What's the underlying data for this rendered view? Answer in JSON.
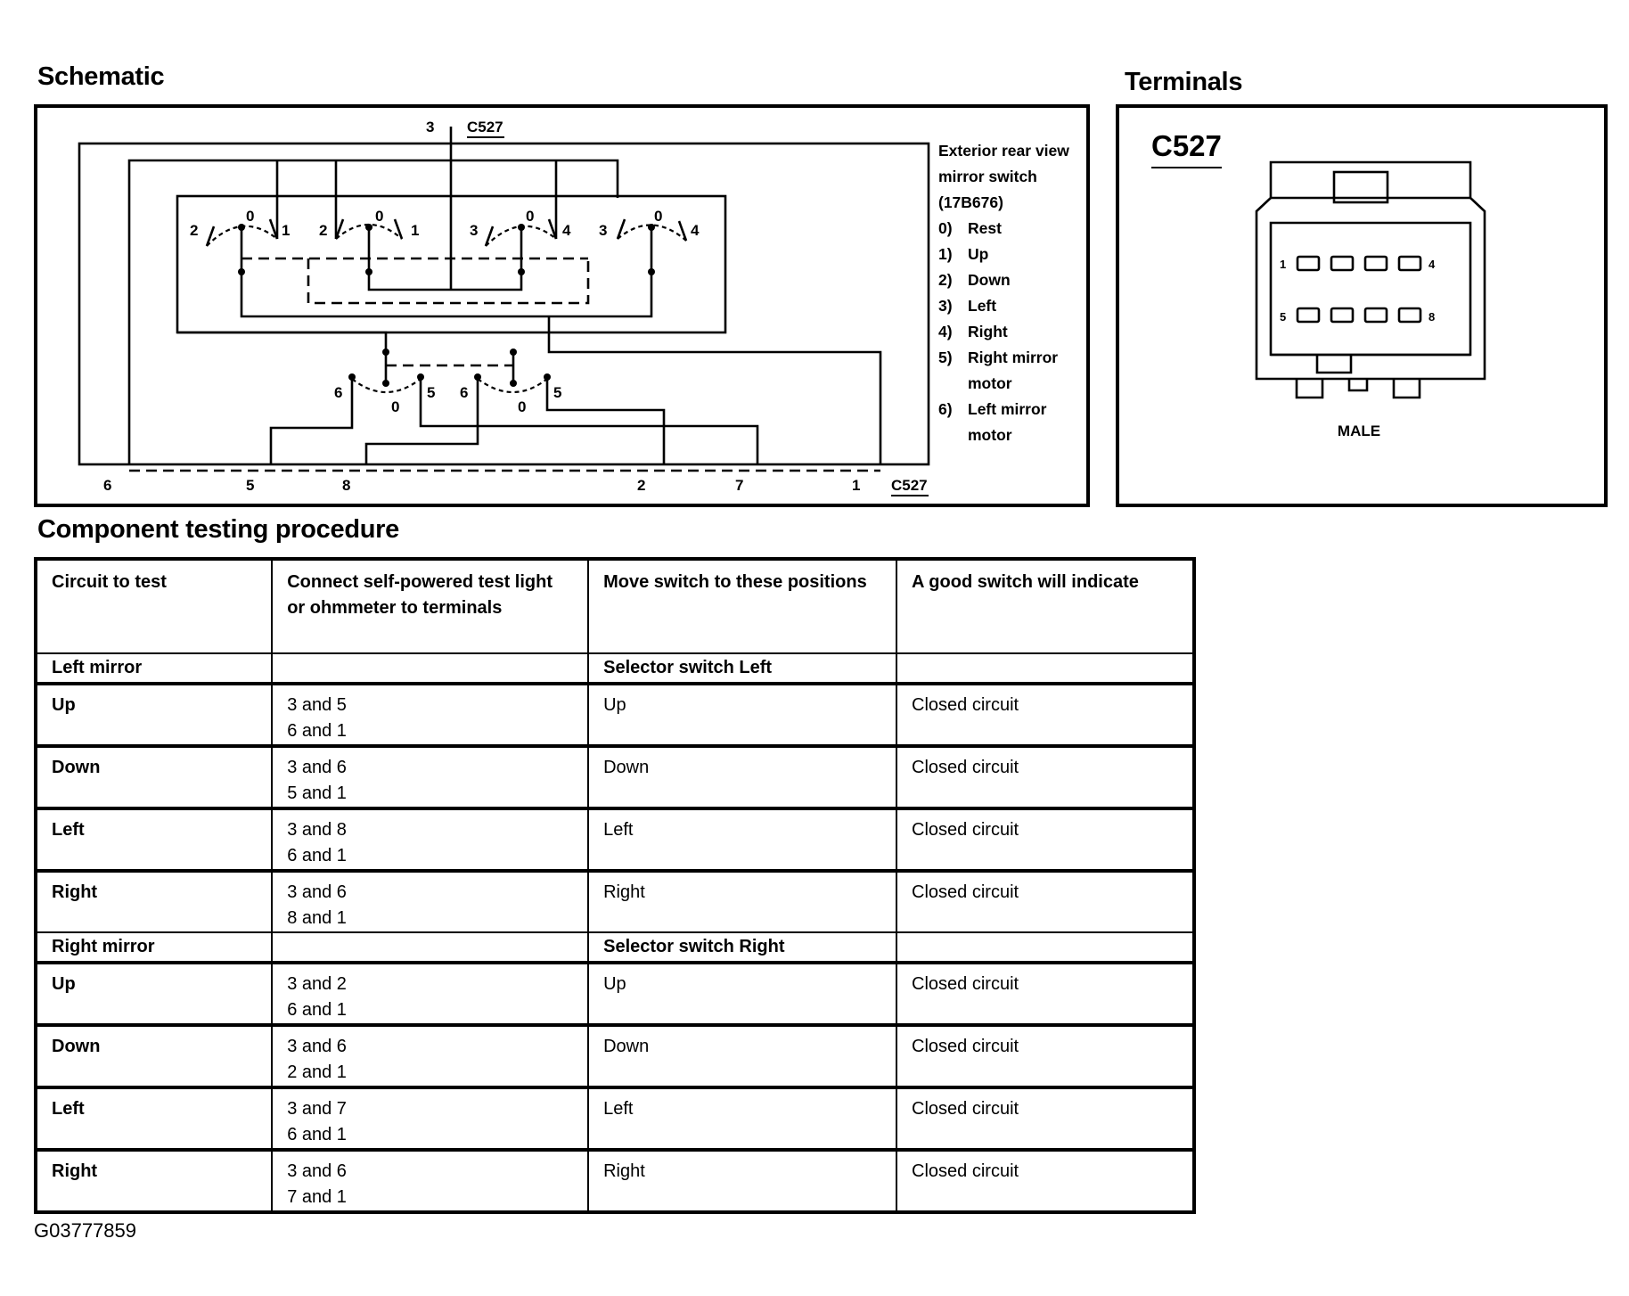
{
  "schematic": {
    "heading": "Schematic",
    "connector_label": "C527",
    "top_pin": "3",
    "bottom_pins": [
      "6",
      "5",
      "8",
      "2",
      "7",
      "1"
    ],
    "switch_positions": {
      "updown_a": [
        "2",
        "0",
        "1"
      ],
      "updown_b": [
        "2",
        "0",
        "1"
      ],
      "leftright_a": [
        "3",
        "0",
        "4"
      ],
      "leftright_b": [
        "3",
        "0",
        "4"
      ],
      "selector_a": [
        "6",
        "0",
        "5"
      ],
      "selector_b": [
        "6",
        "0",
        "5"
      ]
    },
    "legend": {
      "title": "Exterior rear view mirror switch (17B676)",
      "items": [
        {
          "key": "0)",
          "label": "Rest"
        },
        {
          "key": "1)",
          "label": "Up"
        },
        {
          "key": "2)",
          "label": "Down"
        },
        {
          "key": "3)",
          "label": "Left"
        },
        {
          "key": "4)",
          "label": "Right"
        },
        {
          "key": "5)",
          "label": "Right mirror motor"
        },
        {
          "key": "6)",
          "label": "Left mirror motor"
        }
      ]
    }
  },
  "terminals": {
    "heading": "Terminals",
    "connector": "C527",
    "top_row_pins": [
      "1",
      "4"
    ],
    "bottom_row_pins": [
      "5",
      "8"
    ],
    "gender": "MALE"
  },
  "procedure": {
    "heading": "Component testing procedure",
    "columns": [
      "Circuit to test",
      "Connect self-powered test light or ohmmeter to terminals",
      "Move switch to these positions",
      "A good switch will indicate"
    ],
    "groups": [
      {
        "circuit": "Left mirror",
        "selector": "Selector switch Left",
        "rows": [
          {
            "circuit": "Up",
            "terminals": [
              "3 and 5",
              "6 and 1"
            ],
            "position": "Up",
            "result": "Closed circuit"
          },
          {
            "circuit": "Down",
            "terminals": [
              "3 and 6",
              "5 and 1"
            ],
            "position": "Down",
            "result": "Closed circuit"
          },
          {
            "circuit": "Left",
            "terminals": [
              "3 and 8",
              "6 and 1"
            ],
            "position": "Left",
            "result": "Closed circuit"
          },
          {
            "circuit": "Right",
            "terminals": [
              "3 and 6",
              "8 and 1"
            ],
            "position": "Right",
            "result": "Closed circuit"
          }
        ]
      },
      {
        "circuit": "Right mirror",
        "selector": "Selector switch Right",
        "rows": [
          {
            "circuit": "Up",
            "terminals": [
              "3 and 2",
              "6 and 1"
            ],
            "position": "Up",
            "result": "Closed circuit"
          },
          {
            "circuit": "Down",
            "terminals": [
              "3 and 6",
              "2 and 1"
            ],
            "position": "Down",
            "result": "Closed circuit"
          },
          {
            "circuit": "Left",
            "terminals": [
              "3 and 7",
              "6 and 1"
            ],
            "position": "Left",
            "result": "Closed circuit"
          },
          {
            "circuit": "Right",
            "terminals": [
              "3 and 6",
              "7 and 1"
            ],
            "position": "Right",
            "result": "Closed circuit"
          }
        ]
      }
    ]
  },
  "figure_id": "G03777859"
}
